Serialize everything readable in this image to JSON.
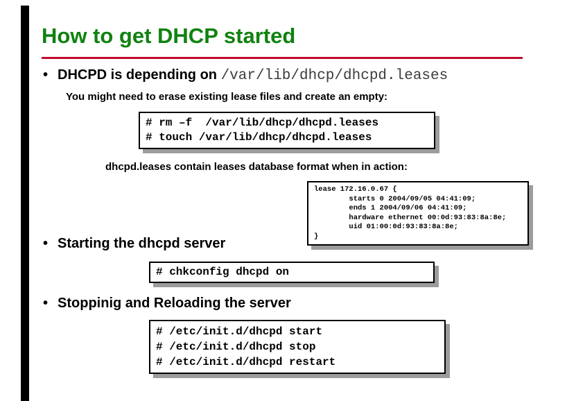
{
  "slide": {
    "title": "How to get DHCP started",
    "bullet_char": "•",
    "colors": {
      "title_green": "#108210",
      "rule_red": "#c00a30",
      "path_gray": "#3c3c3c",
      "code_black": "#000000",
      "shadow_gray": "#9c9c9c"
    }
  },
  "bullet1": {
    "label": "DHCPD is depending on ",
    "path": "/var/lib/dhcp/dhcpd.leases",
    "note": "You might need to erase existing lease files and create an empty:"
  },
  "code_box_erase": {
    "lines": [
      "# rm –f  /var/lib/dhcp/dhcpd.leases",
      "# touch /var/lib/dhcp/dhcpd.leases"
    ]
  },
  "lease_note": "dhcpd.leases contain leases database format when in action:",
  "lease_box": {
    "lines": [
      "lease 172.16.0.67 {",
      "        starts 0 2004/09/05 04:41:09;",
      "        ends 1 2004/09/06 04:41:09;",
      "        hardware ethernet 00:0d:93:83:8a:8e;",
      "        uid 01:00:0d:93:83:8a:8e;",
      "}"
    ]
  },
  "bullet2": {
    "label": "Starting the dhcpd server"
  },
  "code_box_chkconfig": {
    "lines": [
      "# chkconfig dhcpd on"
    ]
  },
  "bullet3": {
    "label": "Stoppinig and Reloading the server"
  },
  "code_box_initd": {
    "lines": [
      "# /etc/init.d/dhcpd start",
      "# /etc/init.d/dhcpd stop",
      "# /etc/init.d/dhcpd restart"
    ]
  }
}
